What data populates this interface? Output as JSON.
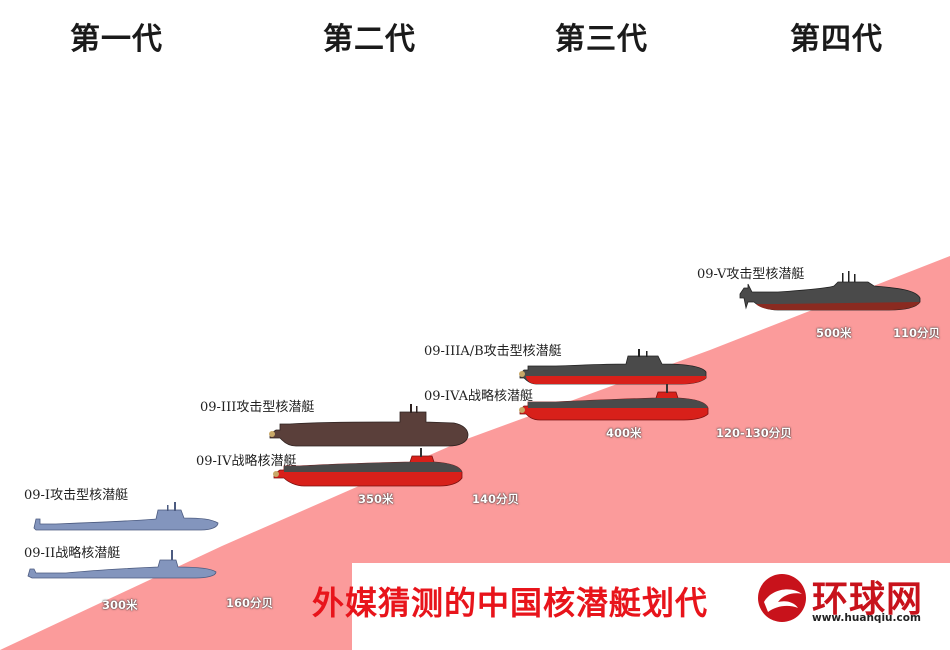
{
  "generations": [
    "第一代",
    "第二代",
    "第三代",
    "第四代"
  ],
  "submarines": {
    "gen1_attack": "09-I攻击型核潜艇",
    "gen1_ballistic": "09-II战略核潜艇",
    "gen2_attack": "09-III攻击型核潜艇",
    "gen2_ballistic": "09-IV战略核潜艇",
    "gen3_attack": "09-IIIA/B攻击型核潜艇",
    "gen3_ballistic": "09-IVA战略核潜艇",
    "gen4_attack": "09-V攻击型核潜艇"
  },
  "stats": {
    "gen1_depth": "300米",
    "gen1_noise": "160分贝",
    "gen2_depth": "350米",
    "gen2_noise": "140分贝",
    "gen3_depth": "400米",
    "gen3_noise": "120-130分贝",
    "gen4_depth": "500米",
    "gen4_noise": "110分贝"
  },
  "banner": {
    "title": "外媒猜测的中国核潜艇划代",
    "logo_name": "环球网",
    "logo_url": "www.huanqiu.com"
  },
  "colors": {
    "stairs": "#fb9b9b",
    "title_red": "#e8141b",
    "hull_blue": "#8395bd",
    "hull_dark": "#4a4a4a",
    "hull_red": "#d8201a"
  }
}
